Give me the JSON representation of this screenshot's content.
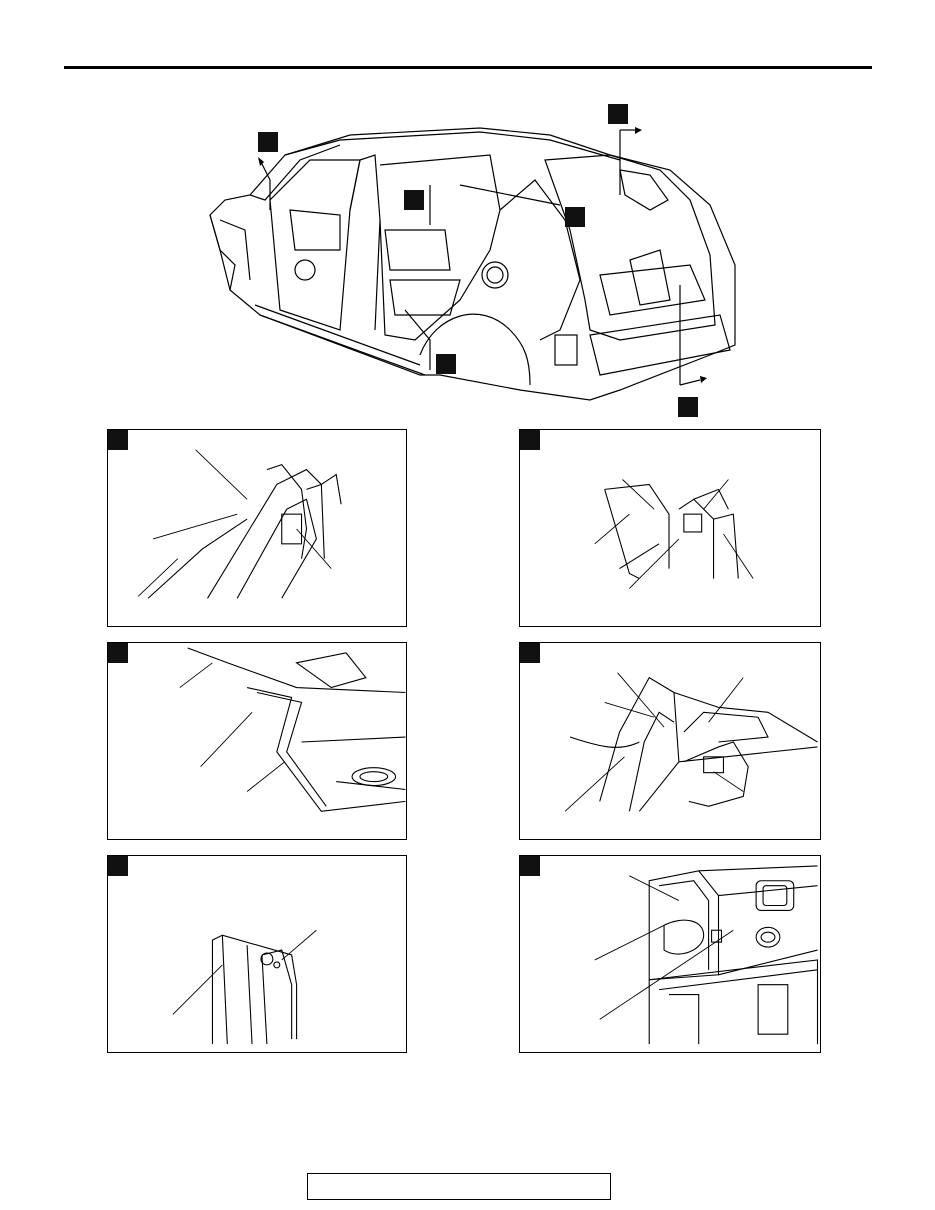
{
  "page": {
    "footer_text": ""
  },
  "diagram": {
    "hero_markers": [
      {
        "id": "marker-a",
        "label": ""
      },
      {
        "id": "marker-b",
        "label": ""
      },
      {
        "id": "marker-c",
        "label": ""
      },
      {
        "id": "marker-d",
        "label": ""
      },
      {
        "id": "marker-e",
        "label": ""
      },
      {
        "id": "marker-f",
        "label": ""
      }
    ],
    "panels": [
      {
        "id": "panel-1",
        "label": ""
      },
      {
        "id": "panel-2",
        "label": ""
      },
      {
        "id": "panel-3",
        "label": ""
      },
      {
        "id": "panel-4",
        "label": ""
      },
      {
        "id": "panel-5",
        "label": ""
      },
      {
        "id": "panel-6",
        "label": ""
      }
    ],
    "colors": {
      "ink": "#000000",
      "marker_fill": "#111111",
      "shading": "#d9d9d9"
    }
  }
}
